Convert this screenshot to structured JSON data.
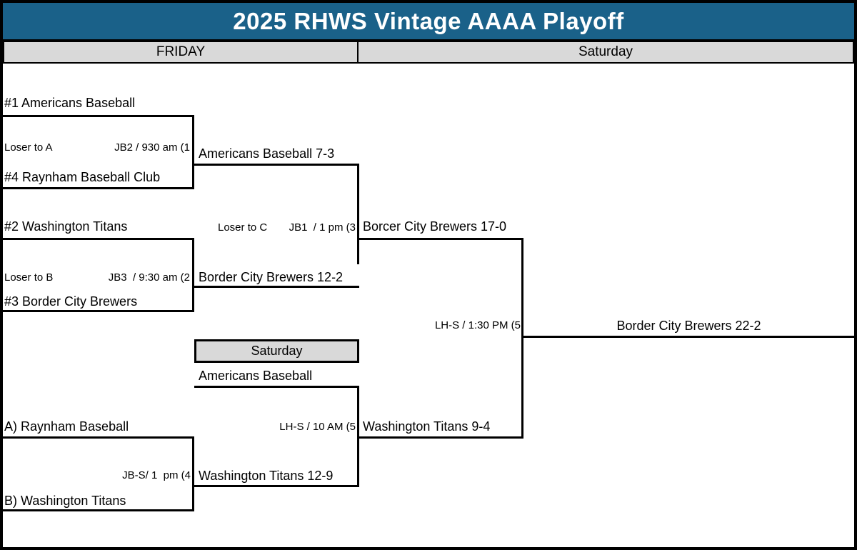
{
  "page": {
    "title": "2025 RHWS Vintage AAAA Playoff"
  },
  "columns": {
    "left": "FRIDAY",
    "right": "Saturday"
  },
  "colors": {
    "header_bg": "#1A6189",
    "header_text": "#FFFFFF",
    "cell_gray": "#D9D9D9",
    "line": "#000000"
  },
  "games": {
    "jb2": {
      "top_seed": "#1 Americans Baseball",
      "loser_to": "Loser to A",
      "label": "JB2 / 930 am (1",
      "bottom_seed": "#4 Raynham Baseball Club",
      "winner": "Americans Baseball 7-3"
    },
    "jb3": {
      "top_seed": "#2 Washington Titans",
      "loser_to": "Loser to B",
      "label": "JB3  / 9:30 am (2",
      "bottom_seed": "#3 Border City Brewers",
      "winner": "Border City Brewers 12-2"
    },
    "jb1": {
      "loser_to": "Loser to C",
      "label": "JB1  / 1 pm (3",
      "winner": "Borcer City Brewers 17-0"
    },
    "jbs": {
      "top_seed": "A) Raynham Baseball",
      "label": "JB-S/ 1  pm (4",
      "bottom_seed": "B) Washington Titans",
      "winner": "Washington Titans 12-9"
    },
    "lhs_10am": {
      "day_header": "Saturday",
      "drop_in_team": "Americans Baseball",
      "label": "LH-S / 10 AM (5",
      "winner": "Washington Titans 9-4"
    },
    "final": {
      "label": "LH-S / 1:30 PM (5",
      "champion": "Border City Brewers 22-2"
    }
  }
}
